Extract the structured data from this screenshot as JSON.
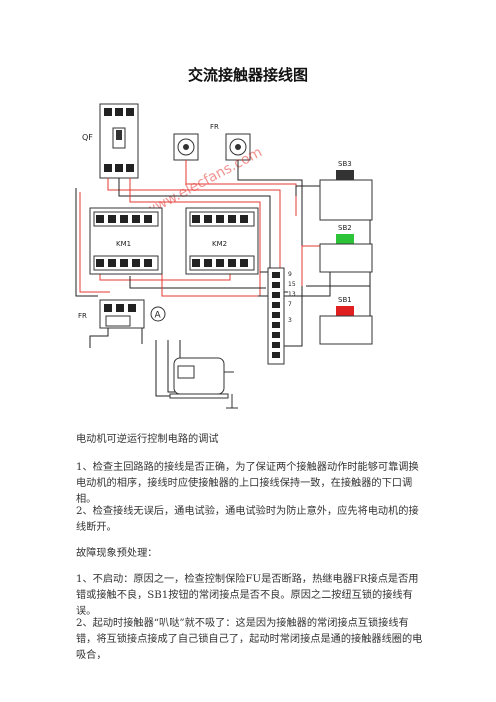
{
  "title": "交流接触器接线图",
  "diagram": {
    "watermark": "www.elecfans.com",
    "labels": {
      "qf": "QF",
      "fr_top": "FR",
      "fr_bottom": "FR",
      "km1": "KM1",
      "km2": "KM2",
      "sb3": "SB3",
      "sb2": "SB2",
      "sb1": "SB1",
      "ammeter": "A"
    },
    "terminal_numbers": [
      "9",
      "15",
      "13",
      "7",
      "3"
    ],
    "colors": {
      "red_wire": "#e53935",
      "black_wire": "#222222",
      "button_green": "#2ec43a",
      "button_red": "#e02020",
      "button_black": "#333333"
    }
  },
  "paragraphs": [
    "电动机可逆运行控制电路的调试",
    "1、检查主回路路的接线是否正确，为了保证两个接触器动作时能够可靠调换电动机的相序，接线时应使接触器的上口接线保持一致，在接触器的下口调相。",
    "2、检查接线无误后，通电试验，通电试验时为防止意外，应先将电动机的接线断开。",
    "故障现象预处理：",
    "1、不启动：原因之一，检查控制保险FU是否断路，热继电器FR接点是否用错或接触不良，SB1按钮的常闭接点是否不良。原因之二按纽互锁的接线有误。",
    "2、起动时接触器“叭哒”就不吸了：这是因为接触器的常闭接点互锁接线有错，将互锁接点接成了自己锁自己了，起动时常闭接点是通的接触器线圈的电吸合，"
  ]
}
